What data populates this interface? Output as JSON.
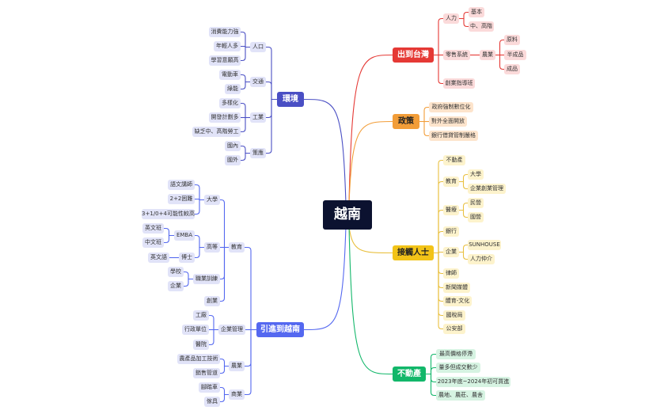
{
  "root": {
    "label": "越南"
  },
  "colors": {
    "red": "#e53935",
    "orange": "#f29d38",
    "yellow": "#f2c318",
    "green": "#12b76a",
    "navy": "#4a4fc4",
    "blue": "#5468f0",
    "root": "#0c1230"
  },
  "branches": {
    "taiwan": {
      "label": "出到台灣"
    },
    "policy": {
      "label": "政策"
    },
    "contacts": {
      "label": "接觸人士"
    },
    "realestate": {
      "label": "不動產"
    },
    "environment": {
      "label": "環境"
    },
    "intro": {
      "label": "引進到越南"
    }
  },
  "labels": {
    "t_renli": "人力",
    "t_jiben": "基本",
    "t_zhonggao": "中、高階",
    "t_lingshou": "零售系統",
    "t_nongye": "農業",
    "t_yuanliao": "原料",
    "t_banchengpin": "半成品",
    "t_chengpin": "成品",
    "t_chuangye": "創業指導班",
    "p1": "政府強制數位化",
    "p2": "對外全面開放",
    "p3": "銀行借貸管制嚴格",
    "c_budongchan": "不動產",
    "c_jiaoyu": "教育",
    "c_daxue": "大學",
    "c_qiye": "企業創業管理",
    "c_yiliao": "醫療",
    "c_minying": "民營",
    "c_guoying": "國營",
    "c_yinhang": "銀行",
    "c_qiye2": "企業",
    "c_sunhouse": "SUNHOUSE",
    "c_renli": "人力仲介",
    "c_lvshi": "律師",
    "c_xinwen": "新聞媒體",
    "c_tiyu": "體育-文化",
    "c_shuiwu": "國稅局",
    "c_gongan": "公安部",
    "r1": "最高價格停滯",
    "r2": "量多但成交數少",
    "r3": "2023年底~2024年初可買進",
    "r4": "農地、農莊、農舍",
    "e_renkou": "人口",
    "e_xiaofei": "消費能力強",
    "e_nianqing": "年輕人多",
    "e_xuexi": "學習意願高",
    "e_jiaotong": "交通",
    "e_diandong": "電動車",
    "e_lvneng": "綠能",
    "e_gongye": "工業",
    "e_duoyang": "多樣化",
    "e_kaifa": "開發計劃多",
    "e_quefa": "缺乏中、高階勞工",
    "e_ceying": "策應",
    "e_guonei": "國內",
    "e_guowai": "國外",
    "i_jiaoyu": "教育",
    "i_daxue": "大學",
    "i_yuwen": "語文講師",
    "i_22": "2+2困難",
    "i_310": "3+1/0+4可能性較高",
    "i_gaodeng": "高等",
    "i_emba": "EMBA",
    "i_yingwenban": "英文班",
    "i_zhongwenban": "中文班",
    "i_boshi": "博士",
    "i_yingwenyu": "英文語",
    "i_zhiye": "職業訓練",
    "i_xuexiao": "學校",
    "i_qiye": "企業",
    "i_chuangye": "創業",
    "i_qiyeguanli": "企業管理",
    "i_gongchang": "工廠",
    "i_xingzheng": "行政單位",
    "i_yiyuan": "醫院",
    "i_nongye": "農業",
    "i_nongchanpin": "農產品加工技術",
    "i_xiaoshou": "銷售管道",
    "i_shangye": "商業",
    "i_jiaotache": "腳踏車",
    "i_jiaju": "傢具"
  }
}
